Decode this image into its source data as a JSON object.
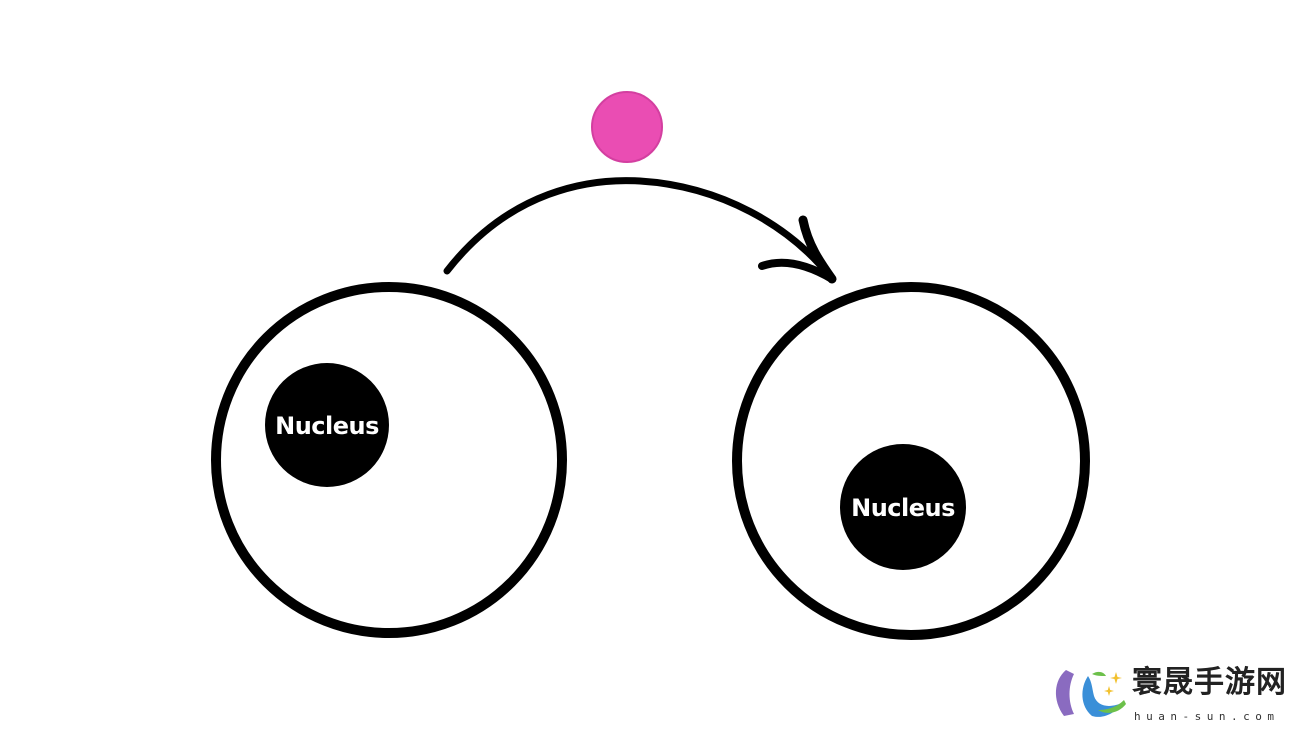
{
  "diagram": {
    "left_cell": {
      "nucleus_label": "Nucleus"
    },
    "right_cell": {
      "nucleus_label": "Nucleus"
    },
    "particle_color": "#ea4db3",
    "stroke_color": "#000000"
  },
  "watermark": {
    "title": "寰晟手游网",
    "url": "huan-sun.com"
  }
}
